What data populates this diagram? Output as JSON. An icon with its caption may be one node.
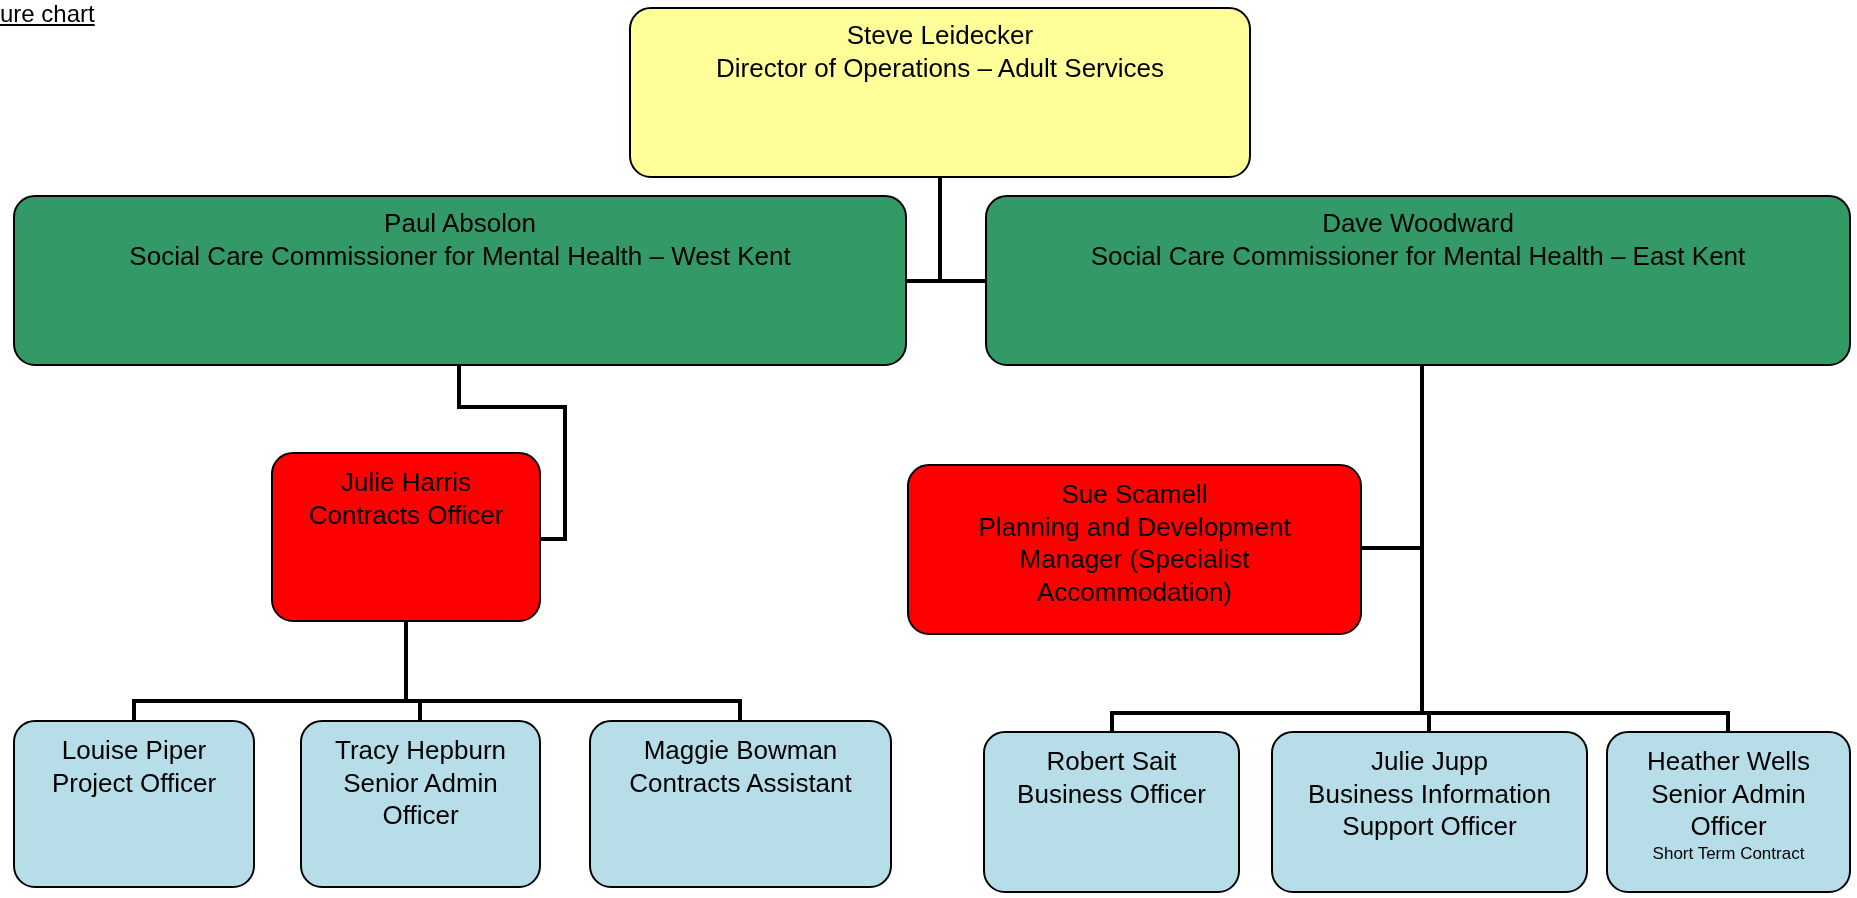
{
  "diagram": {
    "nodes": [
      {
        "text": [
          "Steve Leidecker",
          "Director of Operations – Adult Services"
        ]
      },
      {
        "text": [
          "Paul Absolon",
          "Social Care Commissioner for Mental Health – West Kent"
        ]
      },
      {
        "text": [
          "Dave Woodward",
          "Social Care Commissioner for Mental Health – East Kent"
        ]
      },
      {
        "text": [
          "Julie Harris",
          "Contracts Officer"
        ]
      },
      {
        "text": [
          "Sue Scamell",
          "Planning and Development Manager (Specialist Accommodation)"
        ]
      },
      {
        "text": [
          "Louise Piper",
          "Project Officer"
        ]
      },
      {
        "text": [
          "Tracy Hepburn",
          "Senior Admin Officer"
        ]
      },
      {
        "text": [
          "Maggie Bowman",
          "Contracts Assistant"
        ]
      },
      {
        "text": [
          "Robert Sait",
          "Business Officer"
        ]
      },
      {
        "text": [
          "Julie Jupp",
          "Business Information Support Officer"
        ]
      },
      {
        "text": [
          "Heather Wells",
          "Senior Admin Officer",
          "Short Term Contract"
        ]
      }
    ],
    "edges": [
      {
        "from": 0,
        "to": 1,
        "arrow": "none"
      },
      {
        "from": 0,
        "to": 2,
        "arrow": "none"
      },
      {
        "from": 1,
        "to": 3,
        "arrow": "none"
      },
      {
        "from": 2,
        "to": 4,
        "arrow": "none"
      },
      {
        "from": 3,
        "to": 5,
        "arrow": "none"
      },
      {
        "from": 3,
        "to": 6,
        "arrow": "none"
      },
      {
        "from": 3,
        "to": 7,
        "arrow": "none"
      },
      {
        "from": 2,
        "to": 8,
        "arrow": "none"
      },
      {
        "from": 2,
        "to": 9,
        "arrow": "none"
      },
      {
        "from": 2,
        "to": 10,
        "arrow": "none"
      }
    ],
    "labels": [
      "ure chart"
    ]
  }
}
